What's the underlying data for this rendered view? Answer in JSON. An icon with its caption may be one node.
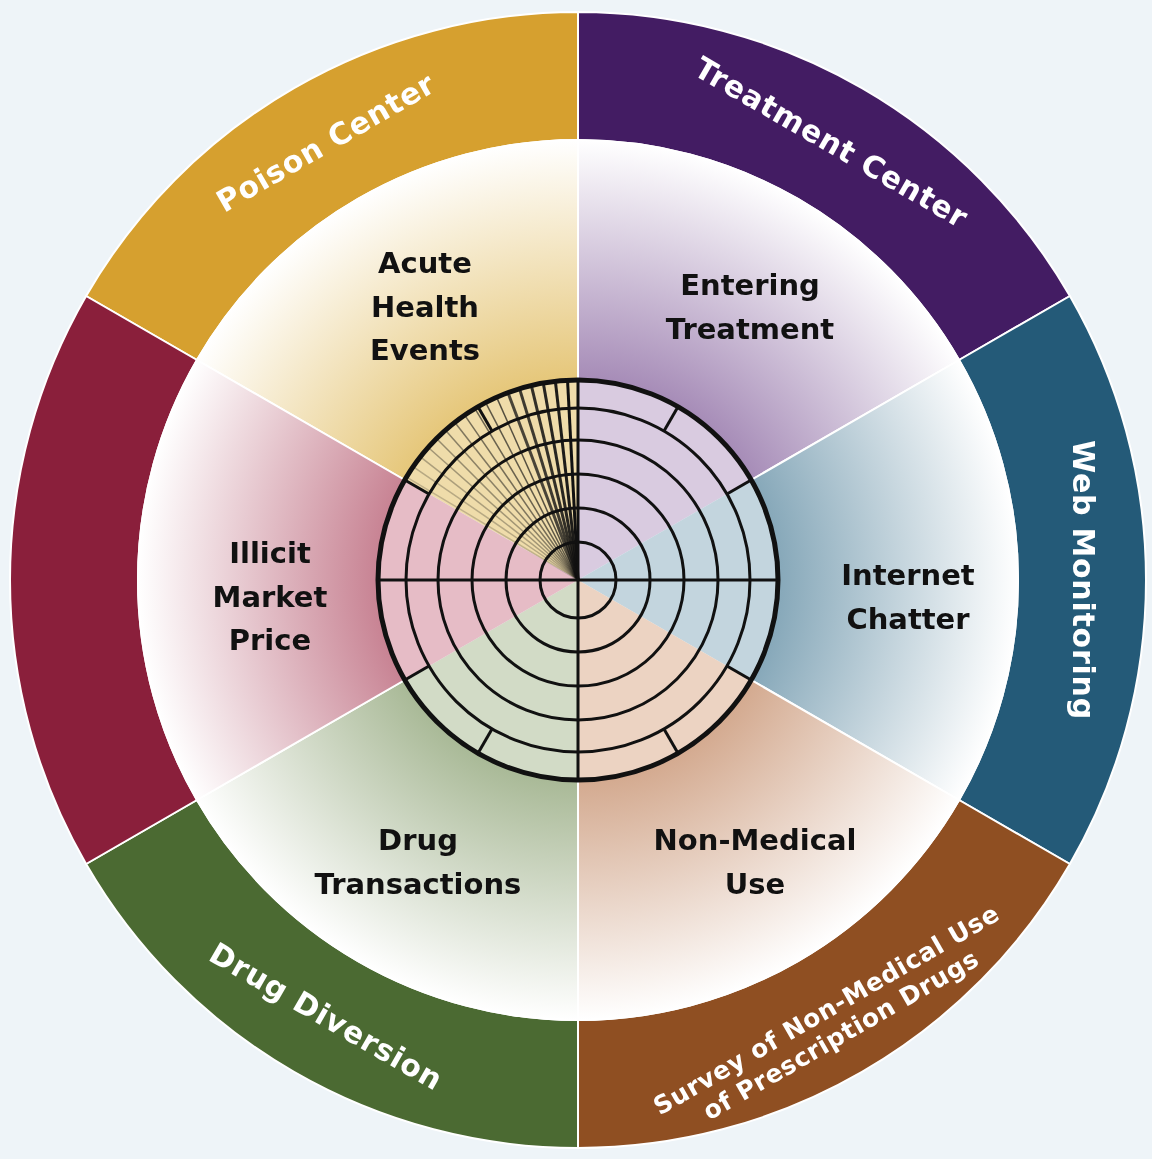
{
  "diagram": {
    "nodes": [
      {
        "text": [
          "Poison Center"
        ]
      },
      {
        "text": [
          "Treatment Center"
        ]
      },
      {
        "text": [
          "Web Monitoring"
        ]
      },
      {
        "text": [
          "Survey of Non-Medical Use of Prescription Drugs"
        ]
      },
      {
        "text": [
          "Drug Diversion"
        ]
      },
      {
        "text": [],
        "shape": "band"
      },
      {
        "text": [
          "Acute Health Events"
        ]
      },
      {
        "text": [
          "Entering Treatment"
        ]
      },
      {
        "text": [
          "Internet Chatter"
        ]
      },
      {
        "text": [
          "Non-Medical Use"
        ]
      },
      {
        "text": [
          "Drug Transactions"
        ]
      },
      {
        "text": [
          "Illicit Market Price"
        ]
      }
    ]
  }
}
